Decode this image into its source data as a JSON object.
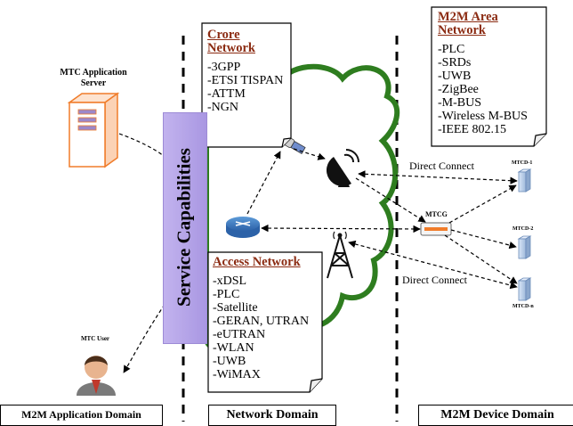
{
  "domains": {
    "application": "M2M Application Domain",
    "network": "Network Domain",
    "device": "M2M Device Domain"
  },
  "service_capabilities": "Service Capabilities",
  "mtc_server": {
    "line1": "MTC Application",
    "line2": "Server"
  },
  "mtc_user": "MTC User",
  "core_network": {
    "title": "Crore Network",
    "items": [
      "-3GPP",
      "-ETSI TISPAN",
      "-ATTM",
      "-NGN"
    ]
  },
  "access_network": {
    "title": "Access Network",
    "items": [
      "-xDSL",
      "-PLC",
      "-Satellite",
      "-GERAN, UTRAN",
      "-eUTRAN",
      "-WLAN",
      "-UWB",
      "-WiMAX"
    ]
  },
  "area_network": {
    "title": "M2M Area Network",
    "items": [
      "-PLC",
      "-SRDs",
      "-UWB",
      "-ZigBee",
      "-M-BUS",
      "-Wireless M-BUS",
      "-IEEE 802.15"
    ]
  },
  "links": {
    "direct_connect_top": "Direct Connect",
    "direct_connect_bottom": "Direct Connect"
  },
  "gateway": "MTCG",
  "devices": {
    "d1": "MTCD-1",
    "d2": "MTCD-2",
    "dn": "MTCD-n"
  },
  "colors": {
    "cloud_border": "#2e7d1f",
    "service_bar": "#b4a3e8",
    "note_title": "#8b2b12",
    "server": "#f07c2a",
    "router": "#3a78c2"
  }
}
